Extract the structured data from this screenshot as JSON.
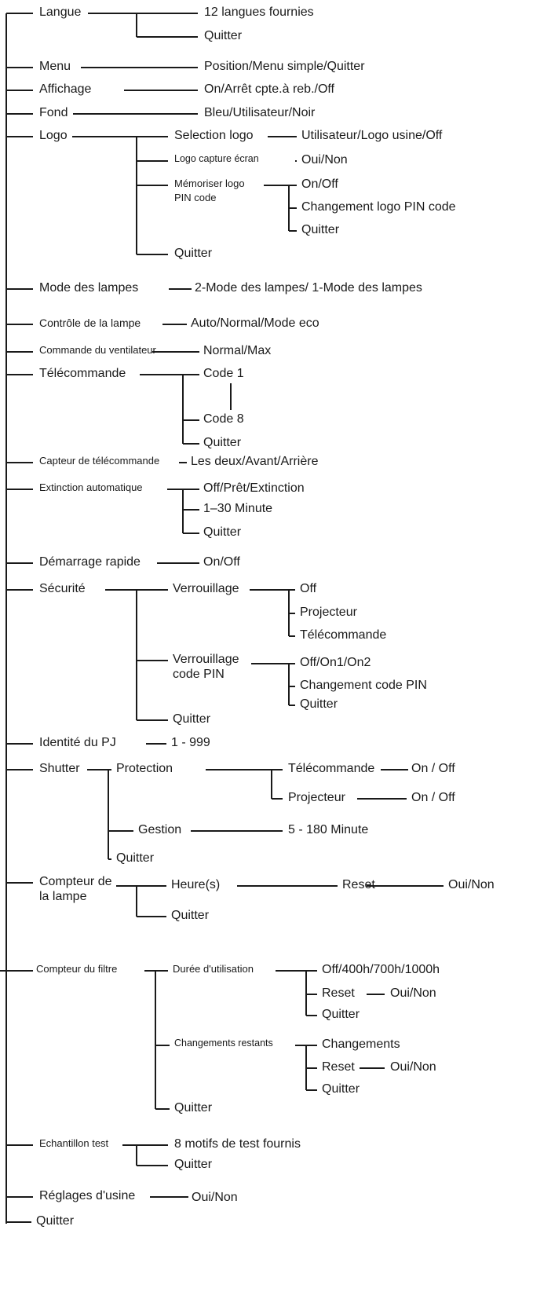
{
  "diagram": {
    "labels": [
      "Langue",
      "12 langues fournies",
      "Quitter",
      "Menu",
      "Position/Menu simple/Quitter",
      "Affichage",
      "On/Arrêt cpte.à reb./Off",
      "Fond",
      "Bleu/Utilisateur/Noir",
      "Logo",
      "Selection logo",
      "Utilisateur/Logo usine/Off",
      "Logo capture écran",
      "Oui/Non",
      "Mémoriser logo",
      "PIN code",
      "On/Off",
      "Changement logo PIN code",
      "Quitter",
      "Quitter",
      "Mode des lampes",
      "2-Mode des lampes/ 1-Mode des lampes",
      "Contrôle de la lampe",
      "Auto/Normal/Mode eco",
      "Commande du ventilateur",
      "Normal/Max",
      "Télécommande",
      "Code 1",
      "Code 8",
      "Quitter",
      "Capteur de télécommande",
      "Les deux/Avant/Arrière",
      "Extinction automatique",
      "Off/Prêt/Extinction",
      "1–30 Minute",
      "Quitter",
      "Démarrage rapide",
      "On/Off",
      "Sécurité",
      "Verrouillage",
      "Off",
      "Projecteur",
      "Télécommande",
      "Verrouillage",
      "code PIN",
      "Off/On1/On2",
      "Changement code PIN",
      "Quitter",
      "Quitter",
      "Identité du PJ",
      "1 - 999",
      "Shutter",
      "Protection",
      "Télécommande",
      "On / Off",
      "Projecteur",
      "On / Off",
      "Gestion",
      "5 - 180 Minute",
      "Quitter",
      "Compteur de",
      "la lampe",
      "Heure(s)",
      "Reset",
      "Oui/Non",
      "Quitter",
      "Compteur du filtre",
      "Durée d'utilisation",
      "Off/400h/700h/1000h",
      "Reset",
      "Oui/Non",
      "Quitter",
      "Changements restants",
      "Changements",
      "Reset",
      "Oui/Non",
      "Quitter",
      "Quitter",
      "Echantillon test",
      "8 motifs de test fournis",
      "Quitter",
      "Réglages d'usine",
      "Oui/Non",
      "Quitter"
    ]
  }
}
